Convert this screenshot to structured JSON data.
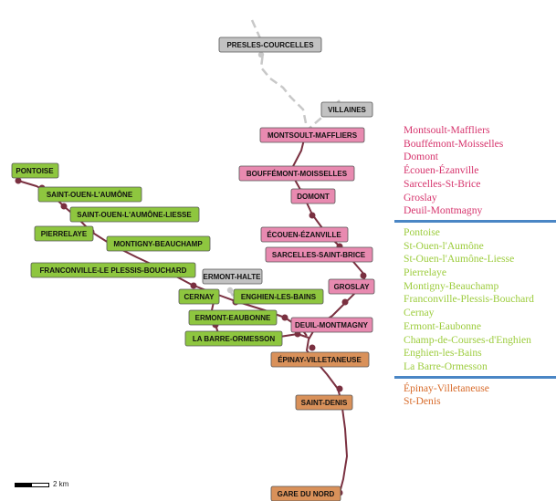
{
  "colors": {
    "line": "#7a3040",
    "dashed": "#c8c8c8",
    "pink": "#e88ab0",
    "green": "#8ec63f",
    "grey": "#c2c2c2",
    "orange": "#d9915a",
    "legend_pink": "#d6336c",
    "legend_green": "#9ccc3c",
    "legend_orange": "#d86b2a",
    "separator": "#4a86c5"
  },
  "stations": {
    "presles": "PRESLES-COURCELLES",
    "villaines": "VILLAINES",
    "montsoult": "MONTSOULT-MAFFLIERS",
    "bouffemont": "BOUFFÉMONT-MOISSELLES",
    "domont": "DOMONT",
    "ecouen": "ÉCOUEN-ÉZANVILLE",
    "sarcelles": "SARCELLES-SAINT-BRICE",
    "groslay": "GROSLAY",
    "deuil": "DEUIL-MONTMAGNY",
    "pontoise": "PONTOISE",
    "saint_ouen": "SAINT-OUEN-L'AUMÔNE",
    "saint_ouen_liesse": "SAINT-OUEN-L'AUMÔNE-LIESSE",
    "pierrelaye": "PIERRELAYE",
    "montigny": "MONTIGNY-BEAUCHAMP",
    "franconville": "FRANCONVILLE-LE PLESSIS-BOUCHARD",
    "ermont_halte": "ERMONT-HALTE",
    "cernay": "CERNAY",
    "enghien": "ENGHIEN-LES-BAINS",
    "ermont_eaubonne": "ERMONT-EAUBONNE",
    "la_barre": "LA BARRE-ORMESSON",
    "epinay": "ÉPINAY-VILLETANEUSE",
    "saint_denis": "SAINT-DENIS",
    "gare_du_nord": "GARE DU NORD"
  },
  "legend": {
    "pink": [
      "Montsoult-Maffliers",
      "Bouffémont-Moisselles",
      "Domont",
      "Écouen-Ézanville",
      "Sarcelles-St-Brice",
      "Groslay",
      "Deuil-Montmagny"
    ],
    "green": [
      "Pontoise",
      "St-Ouen-l'Aumône",
      "St-Ouen-l'Aumône-Liesse",
      "Pierrelaye",
      "Montigny-Beauchamp",
      "Franconville-Plessis-Bouchard",
      "Cernay",
      "Ermont-Eaubonne",
      "Champ-de-Courses-d'Enghien",
      "Enghien-les-Bains",
      "La Barre-Ormesson"
    ],
    "orange": [
      "Épinay-Villetaneuse",
      "St-Denis"
    ]
  },
  "scale": {
    "label": "2 km"
  }
}
